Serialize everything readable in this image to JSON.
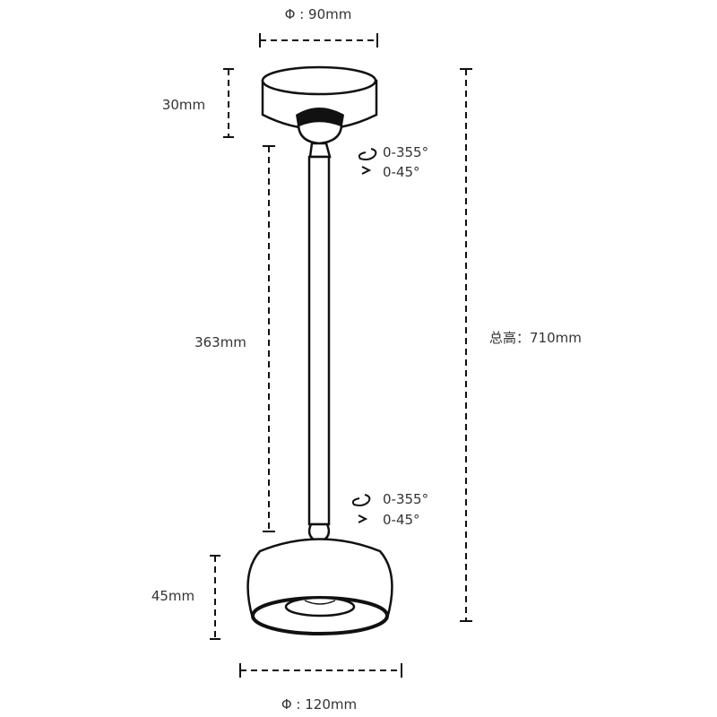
{
  "dimensions": {
    "canopy_diameter": "Φ : 90mm",
    "canopy_height": "30mm",
    "rod_length": "363mm",
    "total_height": "总高：710mm",
    "shade_height": "45mm",
    "shade_diameter": "Φ : 120mm"
  },
  "rotation_top": {
    "horizontal": "0-355°",
    "tilt": "0-45°"
  },
  "rotation_bottom": {
    "horizontal": "0-355°",
    "tilt": "0-45°"
  },
  "colors": {
    "line": "#111111",
    "text": "#333333",
    "background": "#ffffff"
  }
}
